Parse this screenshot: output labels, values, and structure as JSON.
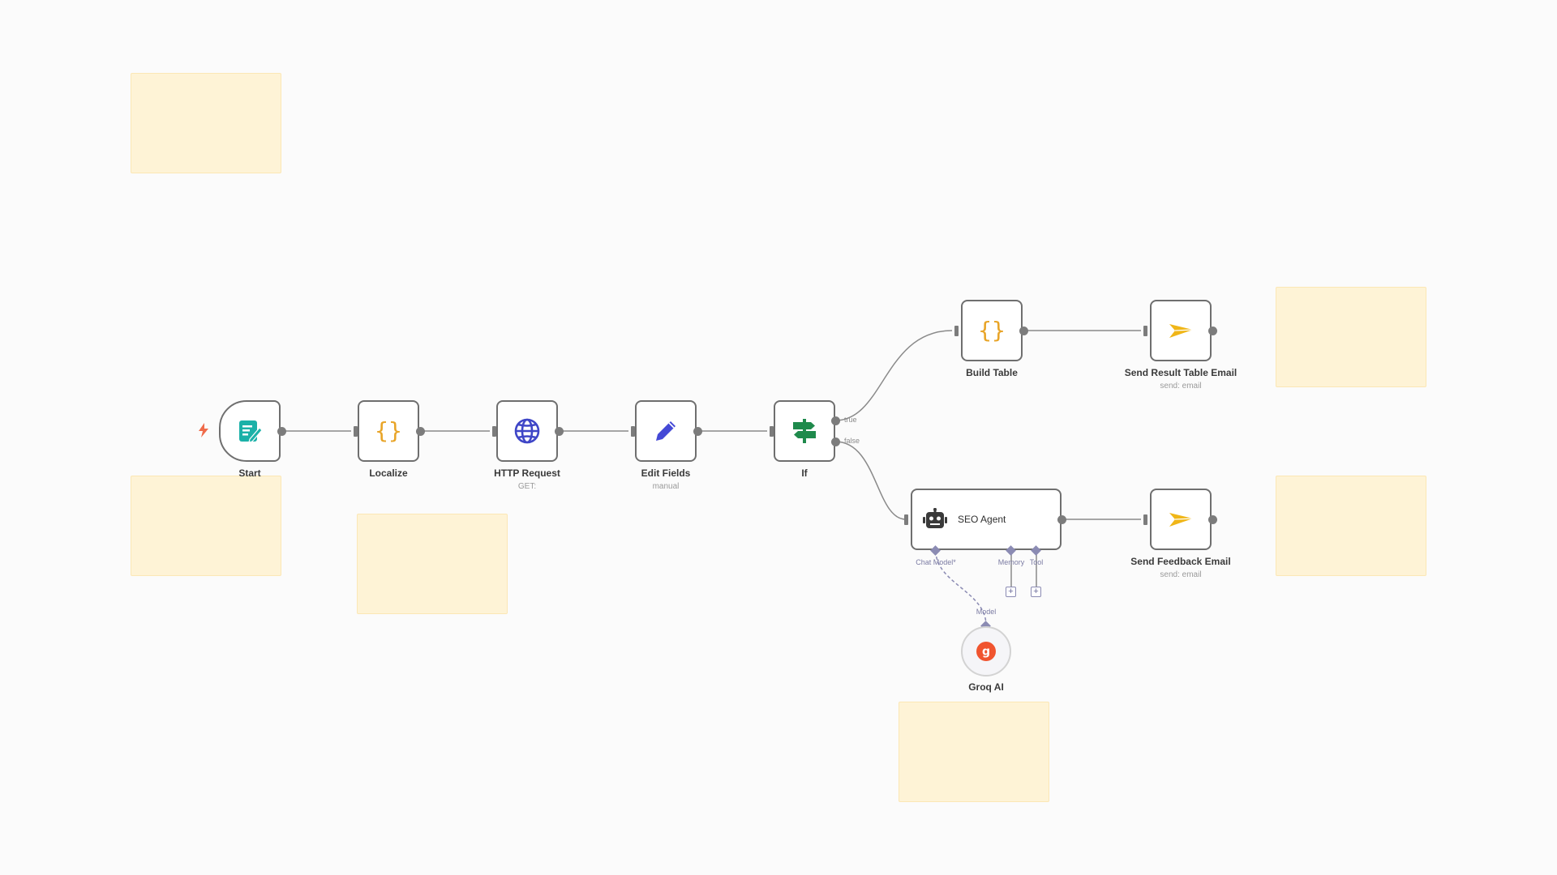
{
  "nodes": {
    "start": {
      "title": "Start"
    },
    "localize": {
      "title": "Localize"
    },
    "http_request": {
      "title": "HTTP Request",
      "subtitle": "GET:"
    },
    "edit_fields": {
      "title": "Edit Fields",
      "subtitle": "manual"
    },
    "if": {
      "title": "If",
      "true_label": "true",
      "false_label": "false"
    },
    "build_table": {
      "title": "Build Table"
    },
    "send_result_table_email": {
      "title": "Send Result Table Email",
      "subtitle": "send: email"
    },
    "seo_agent": {
      "title": "SEO Agent",
      "chat_model_label": "Chat Model*",
      "memory_label": "Memory",
      "tool_label": "Tool"
    },
    "send_feedback_email": {
      "title": "Send Feedback Email",
      "subtitle": "send: email"
    },
    "groq_ai": {
      "title": "Groq AI",
      "model_label": "Model",
      "icon_text": "g"
    }
  },
  "colors": {
    "edge": "#8a8a8a",
    "handle": "#7c7c7c",
    "sticky": "#fef3d6",
    "code_icon": "#e8a427",
    "http_icon": "#3f46c7",
    "edit_icon": "#4449d6",
    "if_icon": "#1f8a4c",
    "send_icon": "#f0b618",
    "start_icon": "#1bb1a8",
    "groq": "#f0542f",
    "trigger_bolt": "#ef6b4a",
    "sub_port": "#8b8bb3"
  }
}
